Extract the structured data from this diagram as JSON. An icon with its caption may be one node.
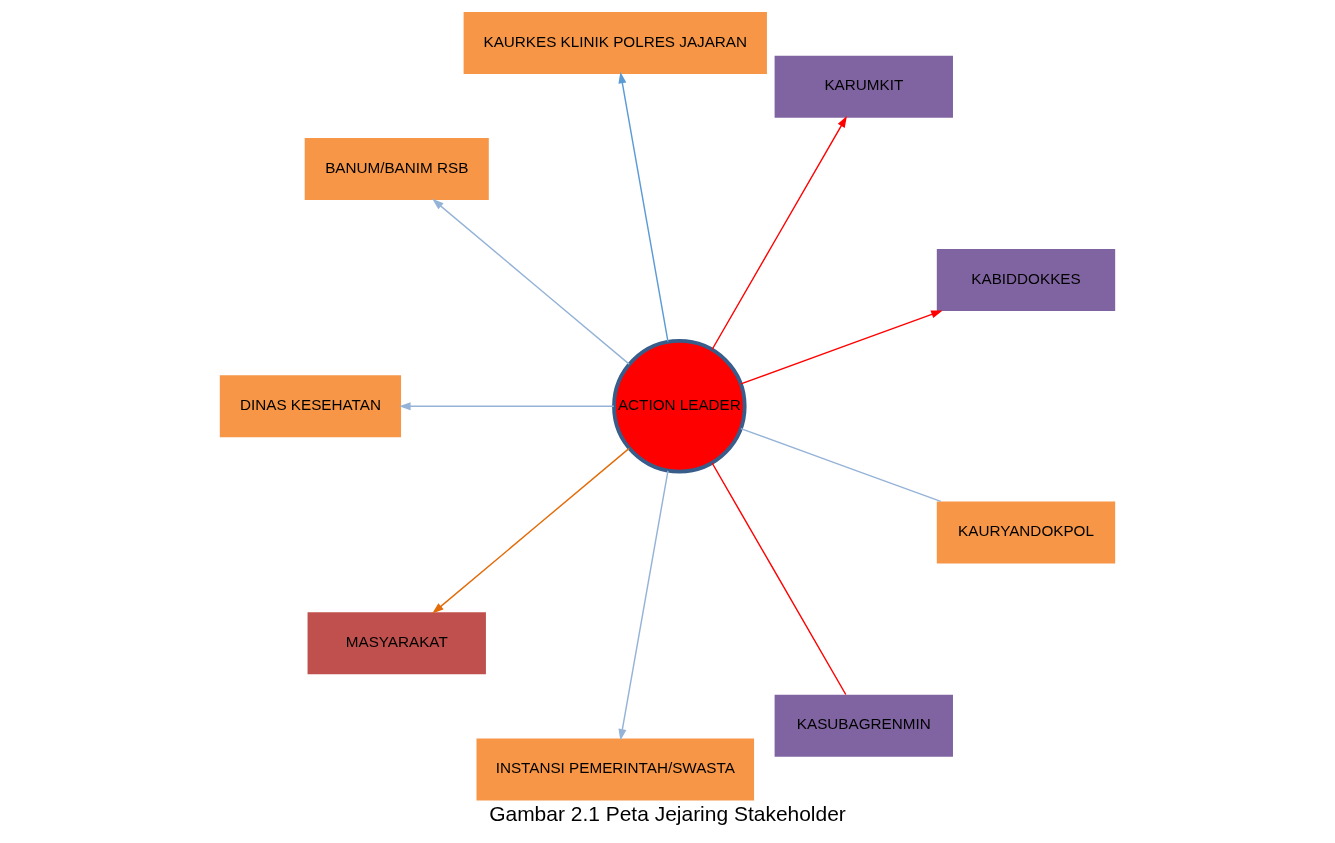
{
  "diagram": {
    "caption": "Gambar 2.1 Peta Jejaring Stakeholder",
    "nodes": [
      {
        "text": [
          "KABIDDOKKES"
        ]
      },
      {
        "text": [
          "KARUMKIT"
        ]
      },
      {
        "text": [
          "KASUBAGRENMIN"
        ]
      },
      {
        "text": [
          "KAURKES KLINIK POLRES JAJARAN"
        ]
      },
      {
        "text": [
          "KAURYANDOKPOL"
        ]
      },
      {
        "text": [
          "ACTION LEADER"
        ]
      },
      {
        "text": [
          "BANUM/BANIM RSB"
        ]
      },
      {
        "text": [
          "DINAS KESEHATAN"
        ]
      },
      {
        "text": [
          "MASYARAKAT"
        ]
      },
      {
        "text": [
          "INSTANSI PEMERINTAH/SWASTA"
        ]
      }
    ],
    "edges": [
      {
        "from": 5,
        "to": 0,
        "arrow": "to",
        "color": "#ff0000"
      },
      {
        "from": 5,
        "to": 1,
        "arrow": "to",
        "color": "#ff0000"
      },
      {
        "from": 2,
        "to": 5,
        "arrow": "none",
        "color": "#ff0000"
      },
      {
        "from": 5,
        "to": 3,
        "arrow": "to",
        "color": "#5b9bd5"
      },
      {
        "from": 4,
        "to": 5,
        "arrow": "none"
      },
      {
        "from": 5,
        "to": 7,
        "arrow": "to"
      },
      {
        "from": 5,
        "to": 6,
        "arrow": "to"
      },
      {
        "from": 5,
        "to": 9,
        "arrow": "to"
      },
      {
        "from": 5,
        "to": 8,
        "arrow": "to",
        "color": "#e36c09"
      }
    ]
  }
}
